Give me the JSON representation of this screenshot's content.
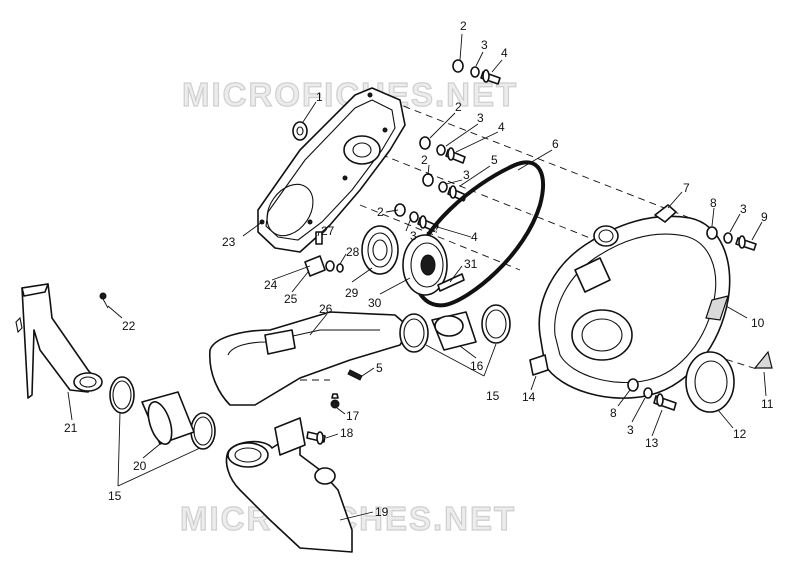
{
  "watermark": {
    "text": "MICROFICHES.NET"
  },
  "callouts": {
    "c1": "1",
    "c2a": "2",
    "c3a": "3",
    "c4a": "4",
    "c2b": "2",
    "c3b": "3",
    "c4b": "4",
    "c2c": "2",
    "c3c": "3",
    "c5a": "5",
    "c6": "6",
    "c2d": "2",
    "c3d": "3",
    "c4c": "4",
    "c27": "27",
    "c23": "23",
    "c28": "28",
    "c24": "24",
    "c25": "25",
    "c29": "29",
    "c30": "30",
    "c31": "31",
    "c7": "7",
    "c8a": "8",
    "c3e": "3",
    "c9": "9",
    "c10": "10",
    "c11": "11",
    "c12": "12",
    "c13": "13",
    "c3f": "3",
    "c8b": "8",
    "c14": "14",
    "c22": "22",
    "c26": "26",
    "c16": "16",
    "c15a": "15",
    "c5b": "5",
    "c17": "17",
    "c18": "18",
    "c21": "21",
    "c20": "20",
    "c15b": "15",
    "c19": "19"
  }
}
